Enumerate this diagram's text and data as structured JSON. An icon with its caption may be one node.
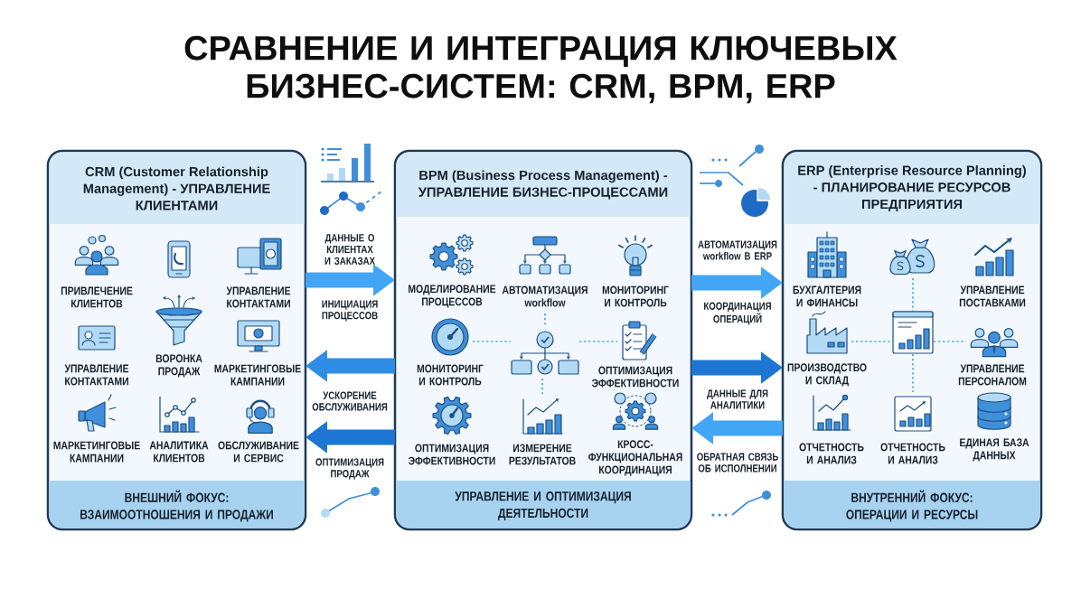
{
  "diagram": {
    "title": "СРАВНЕНИЕ И ИНТЕГРАЦИЯ КЛЮЧЕВЫХ БИЗНЕС-СИСТЕМ: CRM, BPM, ERP",
    "nodes": [
      {
        "text": [
          "CRM (Customer Relationship Management) - УПРАВЛЕНИЕ КЛИЕНТАМИ",
          "ВНЕШНИЙ ФОКУС: ВЗАИМООТНОШЕНИЯ И ПРОДАЖИ"
        ]
      },
      {
        "text": [],
        "shape": "picture",
        "beside": [
          "ПРИВЛЕЧЕНИЕ КЛИЕНТОВ"
        ],
        "in": 0
      },
      {
        "text": [],
        "shape": "picture",
        "in": 0
      },
      {
        "text": [],
        "shape": "picture",
        "beside": [
          "УПРАВЛЕНИЕ КОНТАКТАМИ"
        ],
        "in": 0
      },
      {
        "text": [],
        "shape": "picture",
        "beside": [
          "УПРАВЛЕНИЕ КОНТАКТАМИ"
        ],
        "in": 0
      },
      {
        "text": [],
        "shape": "picture",
        "beside": [
          "ВОРОНКА ПРОДАЖ"
        ],
        "in": 0
      },
      {
        "text": [],
        "shape": "picture",
        "beside": [
          "МАРКЕТИНГОВЫЕ КАМПАНИИ"
        ],
        "in": 0
      },
      {
        "text": [],
        "shape": "picture",
        "beside": [
          "МАРКЕТИНГОВЫЕ КАМПАНИИ"
        ],
        "in": 0
      },
      {
        "text": [],
        "shape": "picture",
        "beside": [
          "АНАЛИТИКА КЛИЕНТОВ"
        ],
        "in": 0
      },
      {
        "text": [],
        "shape": "picture",
        "beside": [
          "ОБСЛУЖИВАНИЕ И СЕРВИС"
        ],
        "in": 0
      },
      {
        "text": [
          "BPM (Business Process Management) - УПРАВЛЕНИЕ БИЗНЕС-ПРОЦЕССАМИ",
          "УПРАВЛЕНИЕ И ОПТИМИЗАЦИЯ ДЕЯТЕЛЬНОСТИ"
        ]
      },
      {
        "text": [],
        "shape": "picture",
        "beside": [
          "МОДЕЛИРОВАНИЕ ПРОЦЕССОВ"
        ],
        "in": 10
      },
      {
        "text": [],
        "shape": "picture",
        "beside": [
          "АВТОМАТИЗАЦИЯ workflow"
        ],
        "in": 10
      },
      {
        "text": [],
        "shape": "picture",
        "beside": [
          "МОНИТОРИНГ И КОНТРОЛЬ"
        ],
        "in": 10
      },
      {
        "text": [],
        "shape": "picture",
        "beside": [
          "МОНИТОРИНГ И КОНТРОЛЬ"
        ],
        "in": 10
      },
      {
        "text": [],
        "shape": "picture",
        "in": 10
      },
      {
        "text": [],
        "shape": "picture",
        "beside": [
          "ОПТИМИЗАЦИЯ ЭФФЕКТИВНОСТИ"
        ],
        "in": 10
      },
      {
        "text": [],
        "shape": "picture",
        "beside": [
          "ОПТИМИЗАЦИЯ ЭФФЕКТИВНОСТИ"
        ],
        "in": 10
      },
      {
        "text": [],
        "shape": "picture",
        "beside": [
          "ИЗМЕРЕНИЕ РЕЗУЛЬТАТОВ"
        ],
        "in": 10
      },
      {
        "text": [],
        "shape": "picture",
        "beside": [
          "КРОСС-ФУНКЦИОНАЛЬНАЯ КООРДИНАЦИЯ"
        ],
        "in": 10
      },
      {
        "text": [
          "ERP (Enterprise Resource Planning) - ПЛАНИРОВАНИЕ РЕСУРСОВ ПРЕДПРИЯТИЯ",
          "ВНУТРЕННИЙ ФОКУС: ОПЕРАЦИИ И РЕСУРСЫ"
        ]
      },
      {
        "text": [],
        "shape": "picture",
        "beside": [
          "БУХГАЛТЕРИЯ И ФИНАНСЫ"
        ],
        "in": 20
      },
      {
        "text": [],
        "shape": "picture",
        "in": 20
      },
      {
        "text": [],
        "shape": "picture",
        "beside": [
          "УПРАВЛЕНИЕ ПОСТАВКАМИ"
        ],
        "in": 20
      },
      {
        "text": [],
        "shape": "picture",
        "beside": [
          "ПРОИЗВОДСТВО И СКЛАД"
        ],
        "in": 20
      },
      {
        "text": [],
        "shape": "picture",
        "in": 20
      },
      {
        "text": [],
        "shape": "picture",
        "beside": [
          "УПРАВЛЕНИЕ ПЕРСОНАЛОМ"
        ],
        "in": 20
      },
      {
        "text": [],
        "shape": "picture",
        "beside": [
          "ОТЧЕТНОСТЬ И АНАЛИЗ"
        ],
        "in": 20
      },
      {
        "text": [],
        "shape": "picture",
        "beside": [
          "ОТЧЕТНОСТЬ И АНАЛИЗ"
        ],
        "in": 20
      },
      {
        "text": [],
        "shape": "picture",
        "beside": [
          "ЕДИНАЯ БАЗА ДАННЫХ"
        ],
        "in": 20
      }
    ],
    "edges": [
      {
        "from": 0,
        "to": 10,
        "arrow": "to",
        "style": "thick",
        "label": "ДАННЫЕ О КЛИЕНТАХ И ЗАКАЗАХ"
      },
      {
        "from": 10,
        "to": 0,
        "arrow": "to",
        "style": "thick",
        "color": "#2e8de4",
        "label": "ИНИЦИАЦИЯ ПРОЦЕССОВ"
      },
      {
        "from": 10,
        "to": 0,
        "arrow": "to",
        "style": "thick",
        "color": "#1d76d2",
        "label": "УСКОРЕНИЕ ОБСЛУЖИВАНИЯ"
      },
      {
        "from": 10,
        "to": 20,
        "arrow": "to",
        "style": "thick",
        "label": "АВТОМАТИЗАЦИЯ workflow В ERP"
      },
      {
        "from": 10,
        "to": 20,
        "arrow": "to",
        "style": "thick",
        "color": "#1d76d2",
        "label": "КООРДИНАЦИЯ ОПЕРАЦИЙ"
      },
      {
        "from": 20,
        "to": 10,
        "arrow": "to",
        "style": "thick",
        "label": "ДАННЫЕ ДЛЯ АНАЛИТИКИ"
      },
      {
        "from": 14,
        "to": 15,
        "arrow": "none",
        "style": "dashed"
      },
      {
        "from": 15,
        "to": 16,
        "arrow": "none",
        "style": "dashed"
      },
      {
        "from": 12,
        "to": 15,
        "arrow": "none",
        "style": "dashed"
      },
      {
        "from": 15,
        "to": 18,
        "arrow": "none",
        "style": "dashed"
      },
      {
        "from": 22,
        "to": 25,
        "arrow": "none",
        "style": "dashed"
      },
      {
        "from": 24,
        "to": 25,
        "arrow": "none",
        "style": "dashed"
      },
      {
        "from": 25,
        "to": 26,
        "arrow": "none",
        "style": "dashed"
      },
      {
        "from": 25,
        "to": 28,
        "arrow": "none",
        "style": "dashed"
      }
    ],
    "labels": [
      "ОПТИМИЗАЦИЯ ПРОДАЖ",
      "ОБРАТНАЯ СВЯЗЬ ОБ ИСПОЛНЕНИИ"
    ]
  }
}
